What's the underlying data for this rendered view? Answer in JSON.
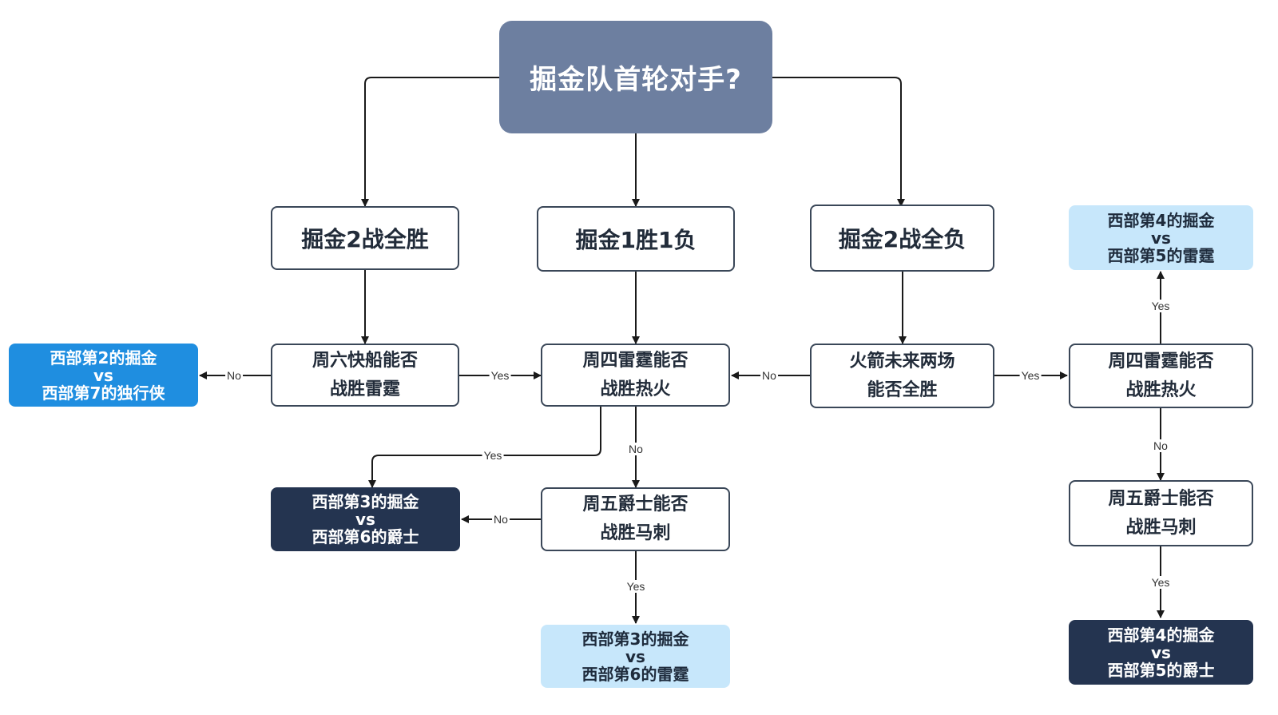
{
  "root": {
    "label": "掘金队首轮对手?"
  },
  "level1": {
    "left": "掘金2战全胜",
    "center": "掘金1胜1负",
    "right": "掘金2战全负"
  },
  "questions": {
    "clippers_vs_thunder": [
      "周六快船能否",
      "战胜雷霆"
    ],
    "thunder_vs_heat_center": [
      "周四雷霆能否",
      "战胜热火"
    ],
    "rockets_two": [
      "火箭未来两场",
      "能否全胜"
    ],
    "thunder_vs_heat_right": [
      "周四雷霆能否",
      "战胜热火"
    ],
    "jazz_vs_spurs_center": [
      "周五爵士能否",
      "战胜马刺"
    ],
    "jazz_vs_spurs_right": [
      "周五爵士能否",
      "战胜马刺"
    ]
  },
  "results": {
    "r_mavs": [
      "西部第2的掘金",
      "vs",
      "西部第7的独行侠"
    ],
    "r_jazz3": [
      "西部第3的掘金",
      "vs",
      "西部第6的爵士"
    ],
    "r_thunder3": [
      "西部第3的掘金",
      "vs",
      "西部第6的雷霆"
    ],
    "r_thunder4": [
      "西部第4的掘金",
      "vs",
      "西部第5的雷霆"
    ],
    "r_jazz4": [
      "西部第4的掘金",
      "vs",
      "西部第5的爵士"
    ]
  },
  "edge_labels": {
    "no_mavs": "No",
    "yes_clippers": "Yes",
    "no_rockets": "No",
    "yes_rockets": "Yes",
    "yes_thunder3": "Yes",
    "no_center_jazz": "No",
    "no_jazz3": "No",
    "yes_center_jazz": "Yes",
    "yes_right_top": "Yes",
    "no_right_jazz": "No",
    "yes_right_jazz": "Yes"
  },
  "colors": {
    "root_fill": "#6d7fa0",
    "outline": "#3a4758",
    "result_blue": "#1f8ee0",
    "result_light": "#c7e7fb",
    "result_dark": "#243450",
    "edge": "#1a1a1a"
  }
}
